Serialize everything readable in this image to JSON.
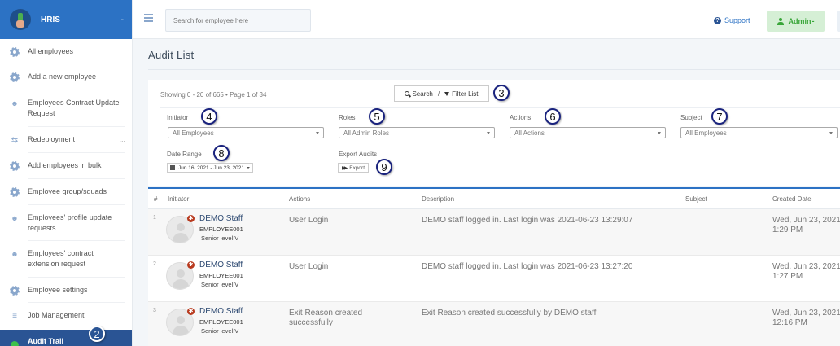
{
  "sidebar": {
    "brand": {
      "name": "HRIS",
      "caret": "-"
    },
    "items": [
      {
        "label": "All employees",
        "icon": "gear-icon"
      },
      {
        "label": "Add a new employee",
        "icon": "gear-icon"
      },
      {
        "label": "Employees Contract Update Request",
        "icon": "users-icon"
      },
      {
        "label": "Redeployment",
        "icon": "exchange-icon",
        "more": "..."
      },
      {
        "label": "Add employees in bulk",
        "icon": "gear-icon"
      },
      {
        "label": "Employee group/squads",
        "icon": "gear-icon"
      },
      {
        "label": "Employees' profile update requests",
        "icon": "users-icon"
      },
      {
        "label": "Employees' contract extension request",
        "icon": "users-icon"
      },
      {
        "label": "Employee settings",
        "icon": "gear-icon"
      },
      {
        "label": "Job Management",
        "icon": "list-icon"
      },
      {
        "label": "Audit Trail",
        "icon": "dashboard-icon",
        "active": true
      }
    ]
  },
  "topbar": {
    "search_placeholder": "Search for employee here",
    "support_label": "Support",
    "admin_label": "Admin",
    "admin_caret": "-"
  },
  "page": {
    "title": "Audit List"
  },
  "filters": {
    "showing": "Showing 0 - 20 of 665 • Page 1 of 34",
    "search_label": "Search",
    "separator": "/",
    "filter_label": "Filter List",
    "initiator": {
      "label": "Initiator",
      "value": "All Employees"
    },
    "roles": {
      "label": "Roles",
      "value": "All Admin Roles"
    },
    "actions": {
      "label": "Actions",
      "value": "All Actions"
    },
    "subject": {
      "label": "Subject",
      "value": "All Employees"
    },
    "date_range": {
      "label": "Date Range",
      "value": "Jun 16, 2021 - Jun 23, 2021"
    },
    "export": {
      "label": "Export Audits",
      "button": "Export"
    }
  },
  "annotations": {
    "a2": "2",
    "a3": "3",
    "a4": "4",
    "a5": "5",
    "a6": "6",
    "a7": "7",
    "a8": "8",
    "a9": "9"
  },
  "table": {
    "columns": [
      "#",
      "Initiator",
      "Actions",
      "Description",
      "Subject",
      "Created Date"
    ],
    "rows": [
      {
        "num": "1",
        "name": "DEMO Staff",
        "emp_id": "EMPLOYEE001",
        "level": "Senior levelIV",
        "action": "User Login",
        "description": "DEMO staff logged in. Last login was 2021-06-23 13:29:07",
        "subject": "",
        "date_line1": "Wed, Jun 23, 2021",
        "date_line2": "1:29 PM"
      },
      {
        "num": "2",
        "name": "DEMO Staff",
        "emp_id": "EMPLOYEE001",
        "level": "Senior levelIV",
        "action": "User Login",
        "description": "DEMO staff logged in. Last login was 2021-06-23 13:27:20",
        "subject": "",
        "date_line1": "Wed, Jun 23, 2021",
        "date_line2": "1:27 PM"
      },
      {
        "num": "3",
        "name": "DEMO Staff",
        "emp_id": "EMPLOYEE001",
        "level": "Senior levelIV",
        "action": "Exit Reason created successfully",
        "description": "Exit Reason created successfully by DEMO staff",
        "subject": "",
        "date_line1": "Wed, Jun 23, 2021",
        "date_line2": "12:16 PM"
      }
    ]
  },
  "colors": {
    "brand_blue": "#2c72c4",
    "active_nav": "#2a5494",
    "admin_green_bg": "#d5efd5",
    "admin_green_text": "#3aa63a",
    "badge_red": "#b83a1f"
  }
}
